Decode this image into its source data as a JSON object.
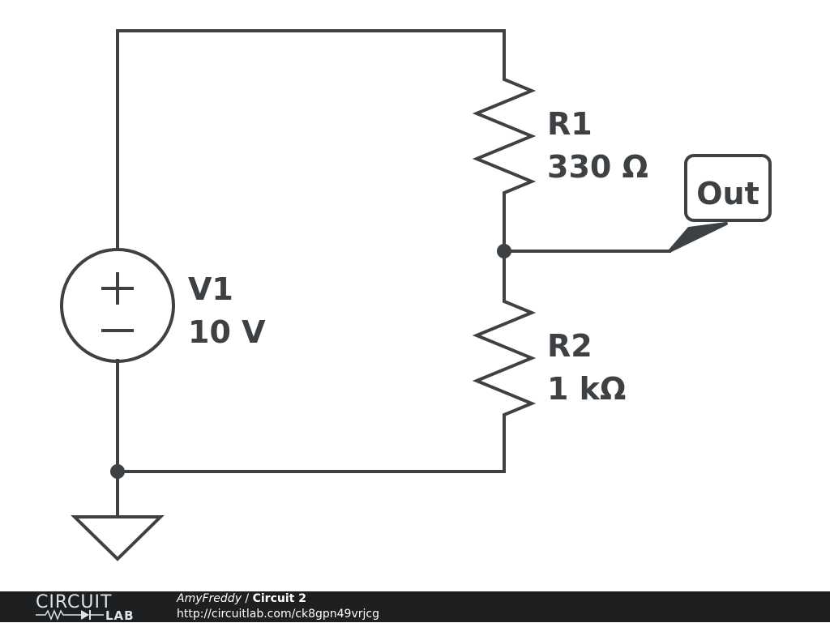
{
  "components": {
    "v1": {
      "name": "V1",
      "value": "10 V"
    },
    "r1": {
      "name": "R1",
      "value": "330 Ω"
    },
    "r2": {
      "name": "R2",
      "value": "1 kΩ"
    },
    "out_label": "Out"
  },
  "footer": {
    "logo_top": "CIRCUIT",
    "logo_bottom": "LAB",
    "author": "AmyFreddy",
    "separator": " / ",
    "circuit_title": "Circuit 2",
    "url": "http://circuitlab.com/ck8gpn49vrjcg"
  },
  "colors": {
    "ink": "#3d4144",
    "footer_bg": "#1d1f20"
  }
}
